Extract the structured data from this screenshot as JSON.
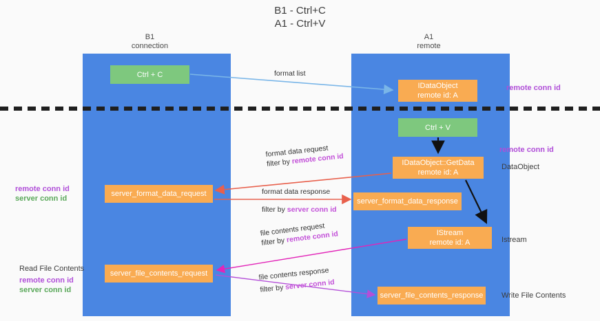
{
  "title": "B1 - Ctrl+C\nA1 - Ctrl+V",
  "columns": {
    "left": "B1\nconnection",
    "right": "A1\nremote"
  },
  "nodes": {
    "ctrl_c": "Ctrl + C",
    "idataobject": "IDataObject\nremote id: A",
    "ctrl_v": "Ctrl + V",
    "getdata": "IDataObject::GetData\nremote id: A",
    "server_format_data_request": "server_format_data_request",
    "server_format_data_response": "server_format_data_response",
    "istream": "IStream\nremote id: A",
    "server_file_contents_request": "server_file_contents_request",
    "server_file_contents_response": "server_file_contents_response"
  },
  "edges": {
    "format_list": "format list",
    "format_data_request": "format data request",
    "format_data_request_filter_prefix": "filter by ",
    "format_data_request_filter_key": "remote conn id",
    "format_data_response": "format data response",
    "format_data_response_filter_prefix": "filter by ",
    "format_data_response_filter_key": "server conn id",
    "file_contents_request": "file contents request",
    "file_contents_request_filter_prefix": "filter by ",
    "file_contents_request_filter_key": "remote conn id",
    "file_contents_response": "file contents response",
    "file_contents_response_filter_prefix": "filter by ",
    "file_contents_response_filter_key": "server conn id"
  },
  "annotations": {
    "right_remote_conn_id_top": "remote conn id",
    "right_remote_conn_id_mid": "remote conn id",
    "right_dataobject": "DataObject",
    "right_istream": "Istream",
    "right_write_file_contents": "Write File Contents",
    "left_remote_conn_id_mid": "remote conn id",
    "left_server_conn_id_mid": "server conn id",
    "left_read_file_contents": "Read File Contents",
    "left_remote_conn_id_bottom": "remote conn id",
    "left_server_conn_id_bottom": "server conn id"
  },
  "colors": {
    "lane": "#4a86e2",
    "node_green": "#7ec87e",
    "node_orange": "#f9ab52",
    "accent_purple": "#b04fd8",
    "accent_green": "#5aa85a",
    "arrow_blue": "#7ab6e8",
    "arrow_red": "#e8604c",
    "arrow_magenta": "#e224b8",
    "arrow_violet": "#b44fd8",
    "arrow_black": "#111111",
    "separator": "#1f1f1f"
  }
}
